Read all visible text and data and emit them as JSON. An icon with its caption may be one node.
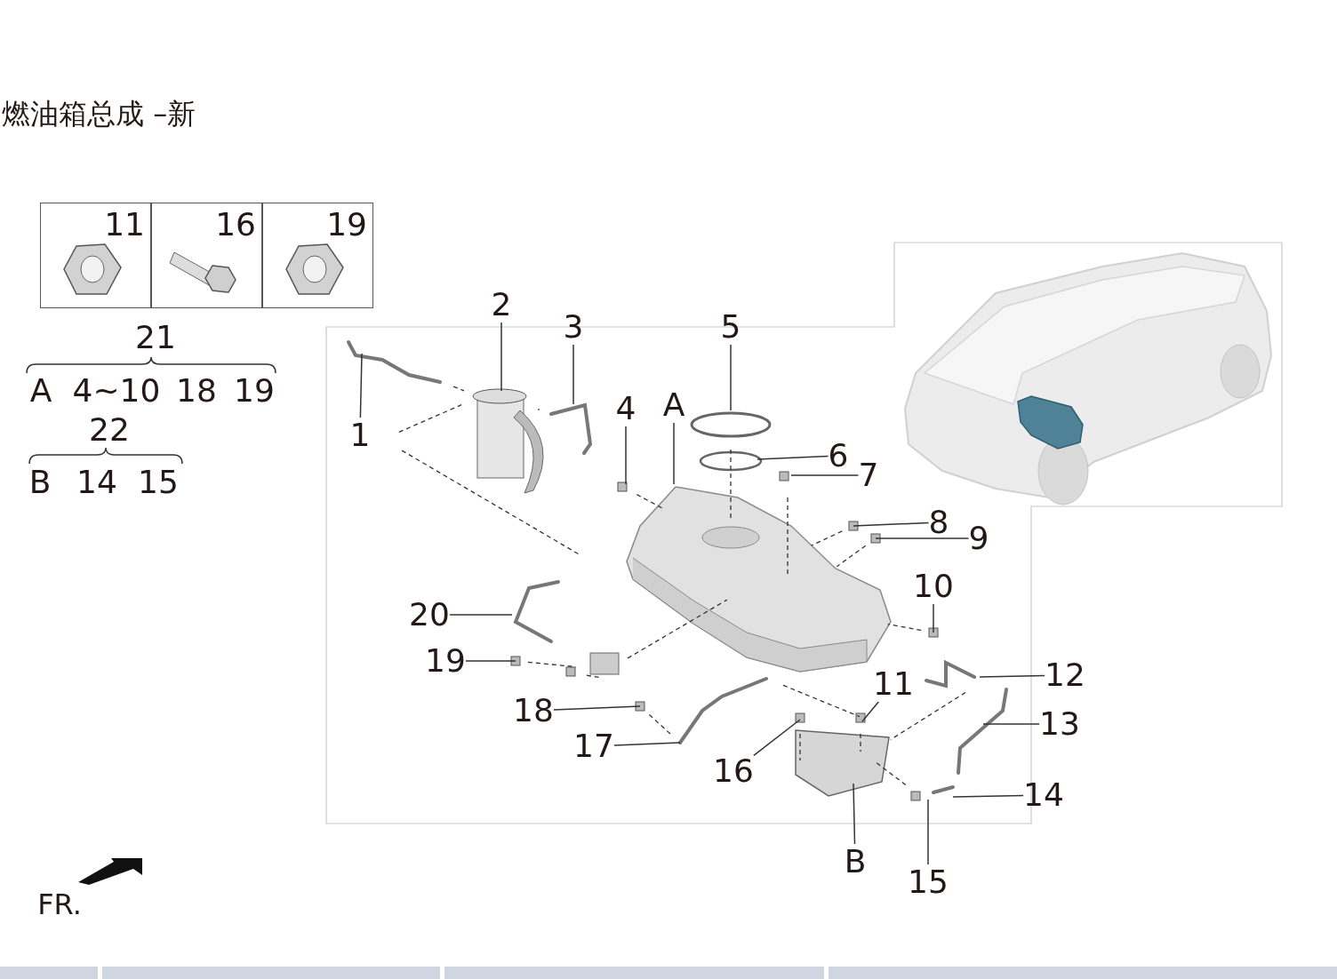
{
  "diagram": {
    "title": "燃油箱总成 –新",
    "nodes": [
      {
        "text": [
          "11"
        ]
      },
      {
        "text": [
          "16"
        ]
      },
      {
        "text": [
          "19"
        ]
      },
      {
        "text": [
          "1"
        ]
      },
      {
        "text": [
          "2"
        ]
      },
      {
        "text": [
          "3"
        ]
      },
      {
        "text": [
          "4"
        ]
      },
      {
        "text": [
          "A"
        ]
      },
      {
        "text": [
          "5"
        ]
      },
      {
        "text": [
          "6"
        ]
      },
      {
        "text": [
          "7"
        ]
      },
      {
        "text": [
          "8"
        ]
      },
      {
        "text": [
          "9"
        ]
      },
      {
        "text": [
          "10"
        ]
      },
      {
        "text": [
          "20"
        ]
      },
      {
        "text": [
          "19"
        ]
      },
      {
        "text": [
          "11"
        ]
      },
      {
        "text": [
          "12"
        ]
      },
      {
        "text": [
          "18"
        ]
      },
      {
        "text": [
          "13"
        ]
      },
      {
        "text": [
          "17"
        ]
      },
      {
        "text": [
          "16"
        ]
      },
      {
        "text": [
          "14"
        ]
      },
      {
        "text": [
          "B"
        ]
      },
      {
        "text": [
          "15"
        ]
      }
    ],
    "edges": [
      {
        "from": 3,
        "to": null,
        "arrow": "none"
      },
      {
        "from": 4,
        "to": null,
        "arrow": "none"
      },
      {
        "from": 5,
        "to": null,
        "arrow": "none"
      },
      {
        "from": 6,
        "to": null,
        "arrow": "none"
      },
      {
        "from": 7,
        "to": null,
        "arrow": "none"
      },
      {
        "from": 8,
        "to": null,
        "arrow": "none"
      },
      {
        "from": 9,
        "to": null,
        "arrow": "none"
      },
      {
        "from": 10,
        "to": null,
        "arrow": "none"
      },
      {
        "from": 11,
        "to": null,
        "arrow": "none"
      },
      {
        "from": 12,
        "to": null,
        "arrow": "none"
      },
      {
        "from": 13,
        "to": null,
        "arrow": "none"
      },
      {
        "from": 14,
        "to": null,
        "arrow": "none"
      },
      {
        "from": 15,
        "to": null,
        "arrow": "none"
      },
      {
        "from": 16,
        "to": null,
        "arrow": "none"
      },
      {
        "from": 17,
        "to": null,
        "arrow": "none"
      },
      {
        "from": 18,
        "to": null,
        "arrow": "none"
      },
      {
        "from": 19,
        "to": null,
        "arrow": "none"
      },
      {
        "from": 20,
        "to": null,
        "arrow": "none"
      },
      {
        "from": 21,
        "to": null,
        "arrow": "none"
      },
      {
        "from": 22,
        "to": null,
        "arrow": "none"
      },
      {
        "from": 23,
        "to": null,
        "arrow": "none"
      },
      {
        "from": 24,
        "to": null,
        "arrow": "none"
      }
    ],
    "labels": [
      "21",
      "A",
      "4~10",
      "18",
      "19",
      "22",
      "B",
      "14",
      "15",
      "FR."
    ]
  }
}
